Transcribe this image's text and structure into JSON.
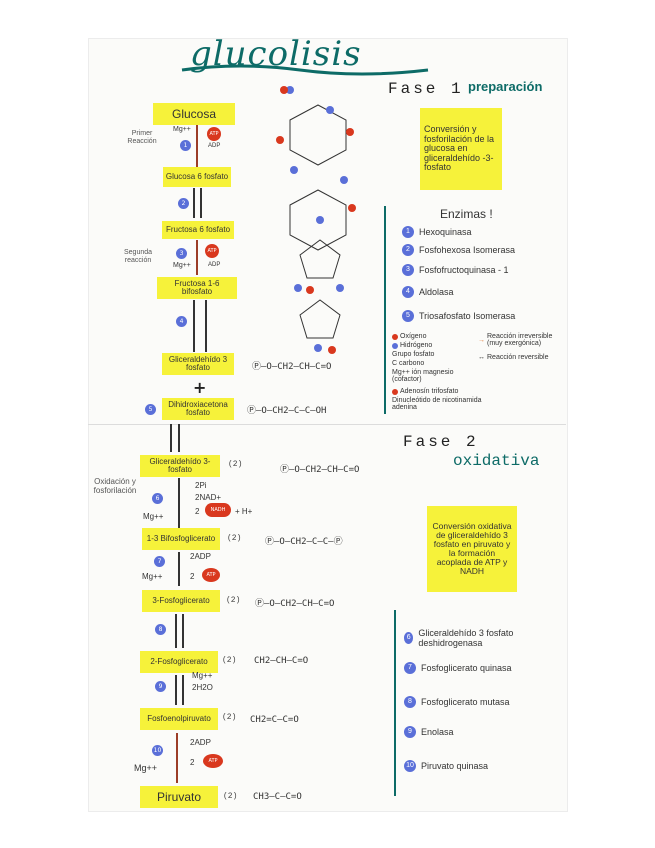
{
  "title": "glucolisis",
  "phase1": {
    "label": "Fase 1",
    "sub": "preparación"
  },
  "phase2": {
    "label": "Fase 2",
    "sub": "oxidativa"
  },
  "boxes": {
    "glucosa": "Glucosa",
    "g6p": "Glucosa 6 fosfato",
    "f6p": "Fructosa 6 fosfato",
    "f16bp": "Fructosa 1-6 bifosfato",
    "g3p": "Gliceraldehído 3 fosfato",
    "dhap": "Dihidroxiacetona fosfato",
    "g3p2": "Gliceraldehído 3-fosfato",
    "bpg": "1-3 Bifosfoglicerato",
    "pg3": "3-Fosfoglicerato",
    "pg2": "2-Fosfoglicerato",
    "pep": "Fosfoenolpiruvato",
    "pir": "Piruvato"
  },
  "side": {
    "r1": "Primer Reacción",
    "r2": "Segunda reacción",
    "ox": "Oxidación y fosforilación"
  },
  "cofactors": {
    "mg": "Mg++",
    "atp": "ATP",
    "adp": "ADP",
    "pi2": "2Pi",
    "nad2": "2NAD+",
    "nadh2": "2",
    "nadh": "NADH",
    "hplus": "+ H+",
    "adp2": "2ADP",
    "atp2": "2",
    "h2o": "2H2O",
    "plus": "+"
  },
  "mults": {
    "m1": "(2)",
    "m2": "(2)",
    "m3": "(2)",
    "m4": "(2)",
    "m5": "(2)",
    "m6": "(2)"
  },
  "formulas": {
    "f_g3p": "Ⓟ—O—CH2—CH—C=O",
    "f_dhap": "Ⓟ—O—CH2—C—C—OH",
    "f_g3p2": "Ⓟ—O—CH2—CH—C=O",
    "f_bpg": "Ⓟ—O—CH2—C—C—Ⓟ",
    "f_pg3": "Ⓟ—O—CH2—CH—C=O",
    "f_pg2": "CH2—CH—C=O",
    "f_pep": "CH2=C—C=O",
    "f_pir": "CH3—C—C=O"
  },
  "notes": {
    "n1": "Conversión y fosforilación de la glucosa en gliceraldehído -3-fosfato",
    "n2": "Conversión oxidativa de gliceraldehído 3 fosfato en piruvato y la formación acoplada de ATP y NADH"
  },
  "enzymes1": {
    "title": "Enzimas !",
    "items": [
      {
        "n": "1",
        "name": "Hexoquinasa"
      },
      {
        "n": "2",
        "name": "Fosfohexosa Isomerasa"
      },
      {
        "n": "3",
        "name": "Fosfofructoquinasa - 1"
      },
      {
        "n": "4",
        "name": "Aldolasa"
      },
      {
        "n": "5",
        "name": "Triosafosfato Isomerasa"
      }
    ]
  },
  "legend": {
    "oxigeno": "Oxígeno",
    "hidrogeno": "Hidrógeno",
    "grupo": "Grupo fosfato",
    "carbono": "C carbono",
    "mg": "Mg++ ión magnesio (cofactor)",
    "atp": "Adenosín trifosfato",
    "nad": "Dinucleótido de nicotinamida adenina",
    "irrev": "Reacción irreversible (muy exergónica)",
    "rev": "Reacción reversible"
  },
  "enzymes2": {
    "items": [
      {
        "n": "6",
        "name": "Gliceraldehído 3 fosfato deshidrogenasa"
      },
      {
        "n": "7",
        "name": "Fosfoglicerato quinasa"
      },
      {
        "n": "8",
        "name": "Fosfoglicerato mutasa"
      },
      {
        "n": "9",
        "name": "Enolasa"
      },
      {
        "n": "10",
        "name": "Piruvato quinasa"
      }
    ]
  },
  "colors": {
    "teal": "#0d6b67",
    "yellow": "#f6f23a",
    "red": "#d9381e",
    "blue": "#5a6fd8"
  }
}
